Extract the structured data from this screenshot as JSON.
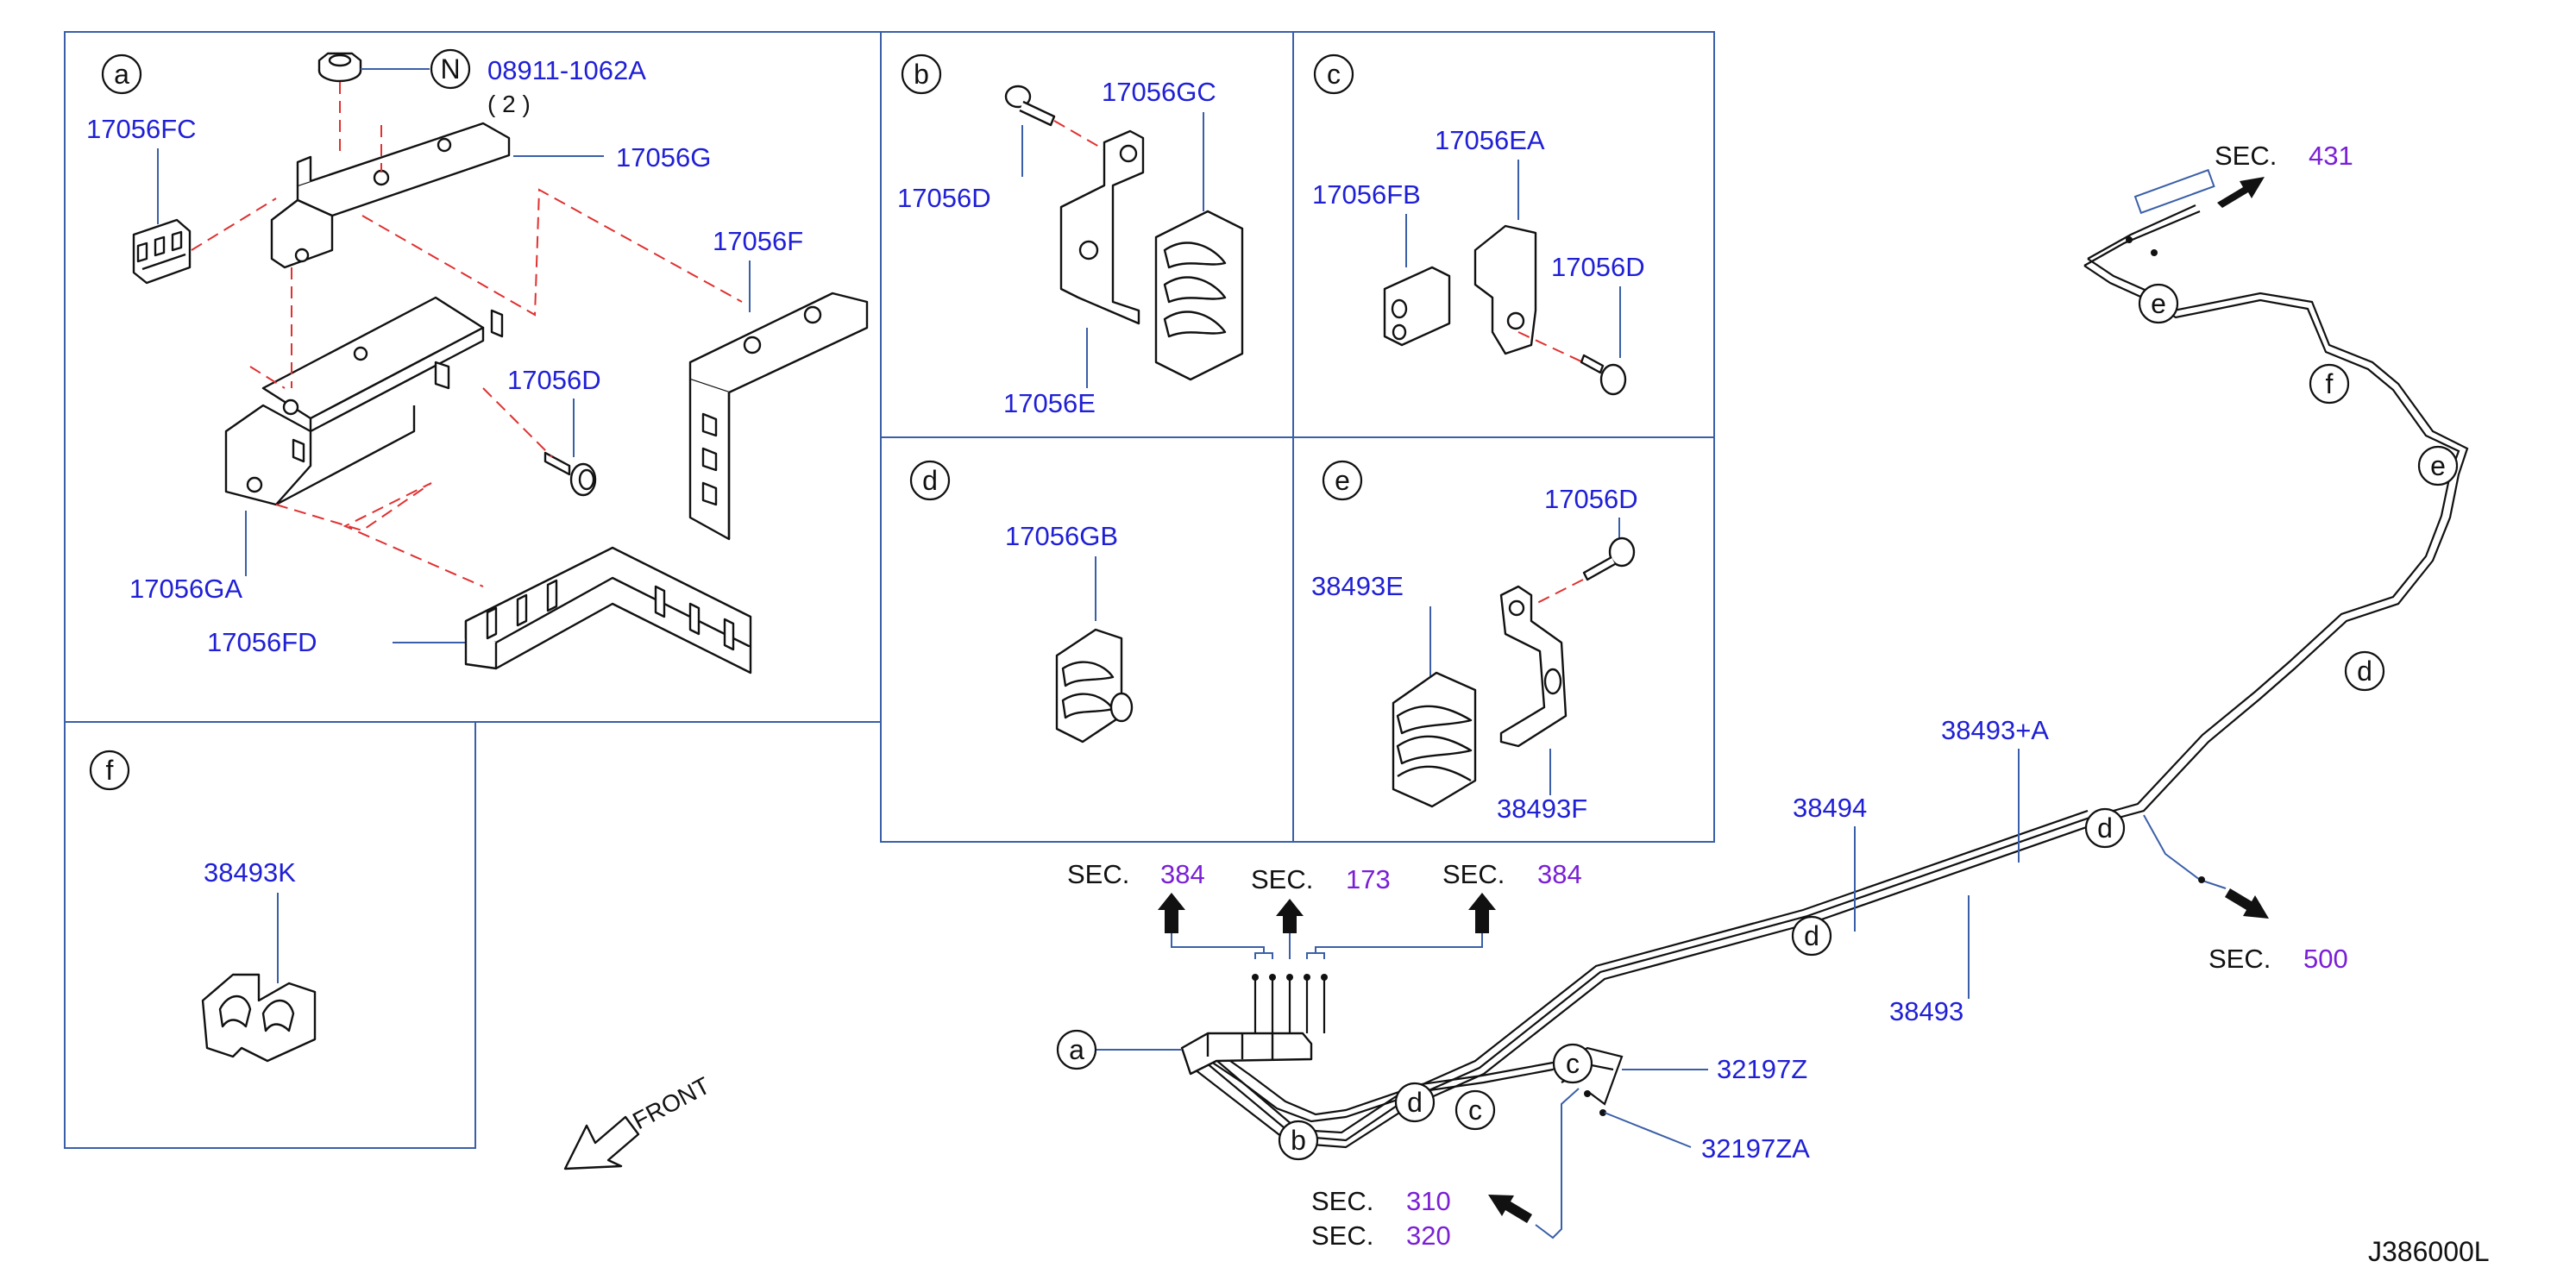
{
  "panels": {
    "a": {
      "label": "a",
      "parts": {
        "p1": "08911-1062A",
        "p1_symbol": "N",
        "p1_qty": "( 2 )",
        "p2": "17056FC",
        "p3": "17056G",
        "p4": "17056F",
        "p5": "17056D",
        "p6": "17056GA",
        "p7": "17056FD"
      }
    },
    "b": {
      "label": "b",
      "parts": {
        "p1": "17056GC",
        "p2": "17056D",
        "p3": "17056E"
      }
    },
    "c": {
      "label": "c",
      "parts": {
        "p1": "17056EA",
        "p2": "17056FB",
        "p3": "17056D"
      }
    },
    "d": {
      "label": "d",
      "parts": {
        "p1": "17056GB"
      }
    },
    "e": {
      "label": "e",
      "parts": {
        "p1": "17056D",
        "p2": "38493E",
        "p3": "38493F"
      }
    },
    "f": {
      "label": "f",
      "parts": {
        "p1": "38493K"
      }
    }
  },
  "front_label": "FRONT",
  "main": {
    "sec_word": "SEC.",
    "sections": {
      "s431": "431",
      "s384a": "384",
      "s173": "173",
      "s384b": "384",
      "s500": "500",
      "s310": "310",
      "s320": "320"
    },
    "parts": {
      "p38493A": "38493+A",
      "p38494": "38494",
      "p38493": "38493",
      "p32197Z": "32197Z",
      "p32197ZA": "32197ZA"
    },
    "callouts": {
      "a": "a",
      "b": "b",
      "c1": "c",
      "c2": "c",
      "d1": "d",
      "d2": "d",
      "d3": "d",
      "d4": "d",
      "e1": "e",
      "e2": "e",
      "f": "f"
    }
  },
  "drawing_number": "J386000L",
  "colors": {
    "part_number": "#1f1fd6",
    "section_number": "#7a1fd6",
    "frame": "#3a5fa8",
    "dashed_line": "#e03030"
  }
}
